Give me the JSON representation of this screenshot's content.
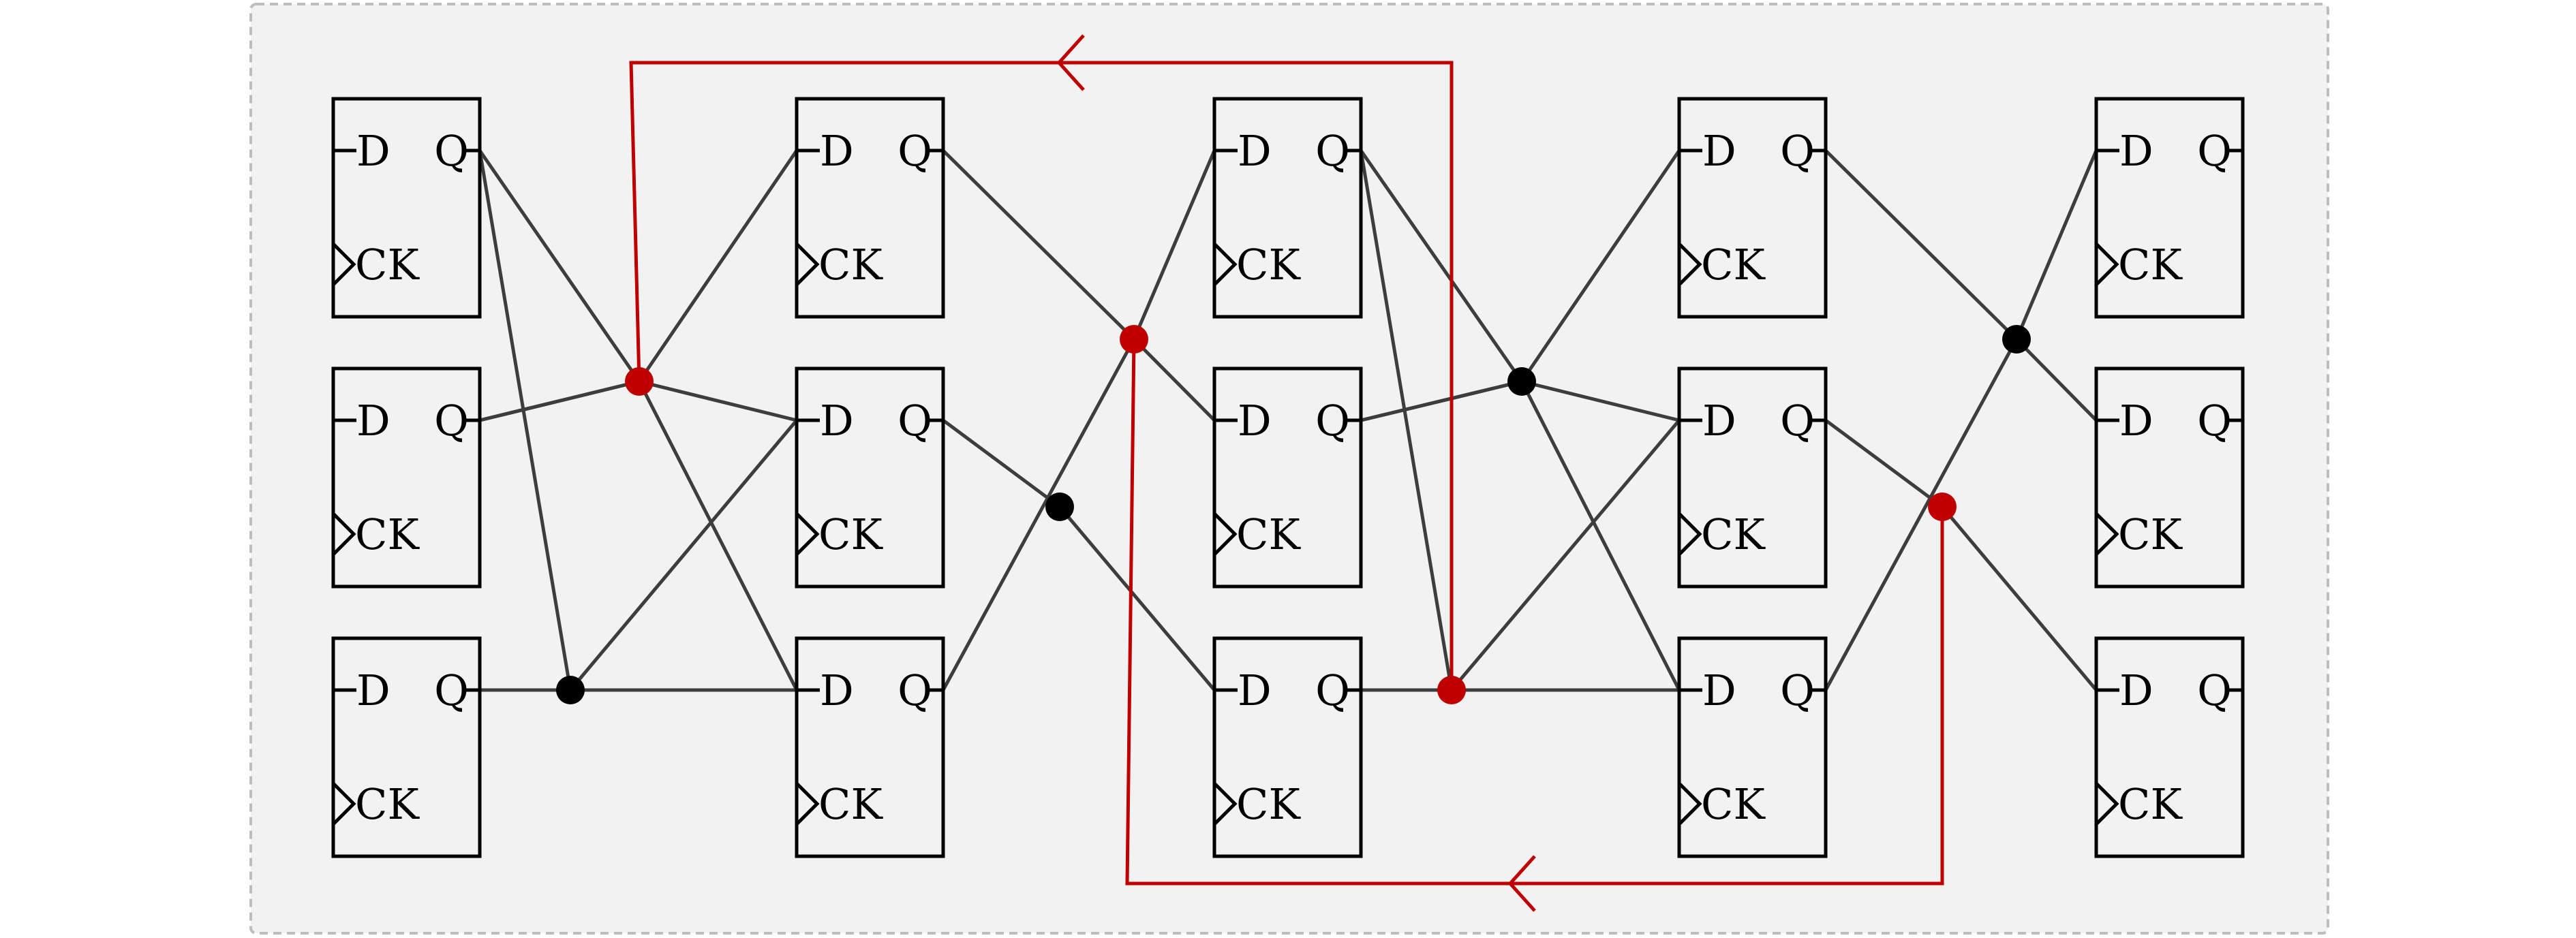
{
  "labels": {
    "d": "D",
    "q": "Q",
    "ck": "CK"
  },
  "colors": {
    "background": "#ffffff",
    "panel": "#f2f2f2",
    "panel_border": "#bdbdbd",
    "wire": "#3d3d3d",
    "node_black": "#000000",
    "highlight": "#c00000"
  },
  "columns": [
    {
      "id": "col-1",
      "flip_flops": 3
    },
    {
      "id": "col-2",
      "flip_flops": 3
    },
    {
      "id": "col-3",
      "flip_flops": 3
    },
    {
      "id": "col-4",
      "flip_flops": 3
    },
    {
      "id": "col-5",
      "flip_flops": 3
    }
  ],
  "junctions": [
    {
      "id": "j1",
      "stage": 1,
      "highlighted": true
    },
    {
      "id": "j2",
      "stage": 1,
      "highlighted": false
    },
    {
      "id": "j3",
      "stage": 2,
      "highlighted": true
    },
    {
      "id": "j4",
      "stage": 2,
      "highlighted": false
    },
    {
      "id": "j5",
      "stage": 3,
      "highlighted": false
    },
    {
      "id": "j6",
      "stage": 3,
      "highlighted": true
    },
    {
      "id": "j7",
      "stage": 4,
      "highlighted": false
    },
    {
      "id": "j8",
      "stage": 4,
      "highlighted": true
    }
  ],
  "connections": [
    {
      "from": "c1-ff1",
      "via": "j1",
      "to": "c2-ff3"
    },
    {
      "from": "c1-ff2",
      "via": "j1",
      "to": "c2-ff1"
    },
    {
      "from": "c1-ff3",
      "via": "j2",
      "to": "c2-ff2"
    },
    {
      "from": "c1-ff1",
      "via": "j2",
      "to": "c2-ff3"
    },
    {
      "from": "c1-ff2",
      "via": "j1",
      "to": "c2-ff2"
    },
    {
      "from": "c2-ff1",
      "via": "j3",
      "to": "c3-ff2"
    },
    {
      "from": "c2-ff2",
      "via": "j4",
      "to": "c3-ff3"
    },
    {
      "from": "c2-ff3",
      "via": "j3",
      "to": "c3-ff1"
    },
    {
      "from": "c3-ff1",
      "via": "j5",
      "to": "c4-ff3"
    },
    {
      "from": "c3-ff2",
      "via": "j5",
      "to": "c4-ff1"
    },
    {
      "from": "c3-ff3",
      "via": "j6",
      "to": "c4-ff2"
    },
    {
      "from": "c3-ff1",
      "via": "j6",
      "to": "c4-ff3"
    },
    {
      "from": "c3-ff2",
      "via": "j5",
      "to": "c4-ff2"
    },
    {
      "from": "c4-ff1",
      "via": "j7",
      "to": "c5-ff2"
    },
    {
      "from": "c4-ff2",
      "via": "j8",
      "to": "c5-ff3"
    },
    {
      "from": "c4-ff3",
      "via": "j7",
      "to": "c5-ff1"
    }
  ],
  "feedback_paths": [
    {
      "id": "feedback-top",
      "from": "j6",
      "to": "j1",
      "direction": "left",
      "highlighted": true
    },
    {
      "id": "feedback-bottom",
      "from": "j8",
      "to": "j3",
      "direction": "left",
      "highlighted": true
    }
  ]
}
